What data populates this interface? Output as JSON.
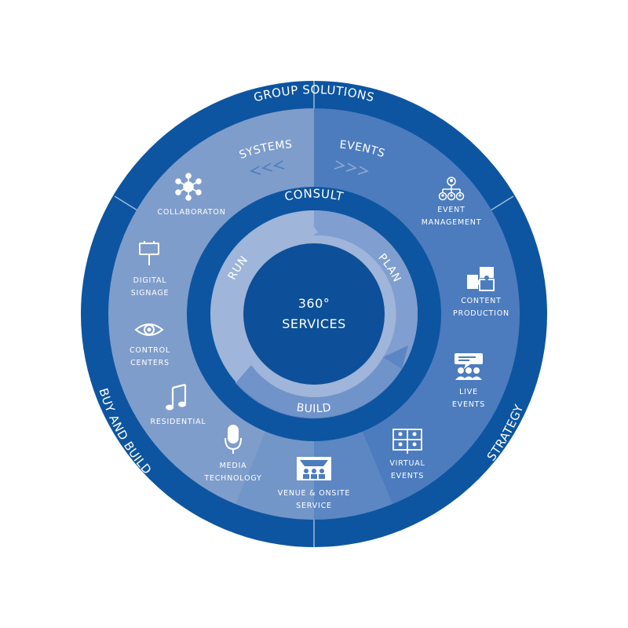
{
  "colors": {
    "outer_ring": "#0d55a0",
    "outer_ring_dark": "#0b4b8f",
    "segment_left": "#7f9dcb",
    "segment_right": "#4c7cbe",
    "consult_ring": "#0d55a0",
    "cycle_light": "#9fb5d9",
    "cycle_dark": "#5b86c3",
    "center": "#0d4f98",
    "white": "#ffffff"
  },
  "outer_ring": {
    "top": "GROUP SOLUTIONS",
    "left": "BUY AND BUILD",
    "right": "STRATEGY"
  },
  "segments": {
    "systems": {
      "label": "SYSTEMS",
      "chevrons": "<<<"
    },
    "events": {
      "label": "EVENTS",
      "chevrons": ">>>"
    }
  },
  "services": [
    {
      "id": "collaboration",
      "lines": [
        "COLLABORATON"
      ],
      "icon": "network-nodes-icon"
    },
    {
      "id": "digital-signage",
      "lines": [
        "DIGITAL",
        "SIGNAGE"
      ],
      "icon": "signpost-icon"
    },
    {
      "id": "control-centers",
      "lines": [
        "CONTROL",
        "CENTERS"
      ],
      "icon": "eye-icon"
    },
    {
      "id": "residential",
      "lines": [
        "RESIDENTIAL"
      ],
      "icon": "music-note-icon"
    },
    {
      "id": "media-technology",
      "lines": [
        "MEDIA",
        "TECHNOLOGY"
      ],
      "icon": "microphone-icon"
    },
    {
      "id": "venue-onsite",
      "lines": [
        "VENUE & ONSITE",
        "SERVICE"
      ],
      "icon": "stage-audience-icon"
    },
    {
      "id": "virtual-events",
      "lines": [
        "VIRTUAL",
        "EVENTS"
      ],
      "icon": "video-grid-icon"
    },
    {
      "id": "live-events",
      "lines": [
        "LIVE",
        "EVENTS"
      ],
      "icon": "speech-group-icon"
    },
    {
      "id": "content-production",
      "lines": [
        "CONTENT",
        "PRODUCTION"
      ],
      "icon": "puzzle-icon"
    },
    {
      "id": "event-management",
      "lines": [
        "EVENT",
        "MANAGEMENT"
      ],
      "icon": "org-chart-icon"
    }
  ],
  "consult_ring": {
    "label": "CONSULT"
  },
  "cycle": {
    "run": "RUN",
    "plan": "PLAN",
    "build": "BUILD"
  },
  "center": {
    "line1": "360°",
    "line2": "SERVICES"
  }
}
